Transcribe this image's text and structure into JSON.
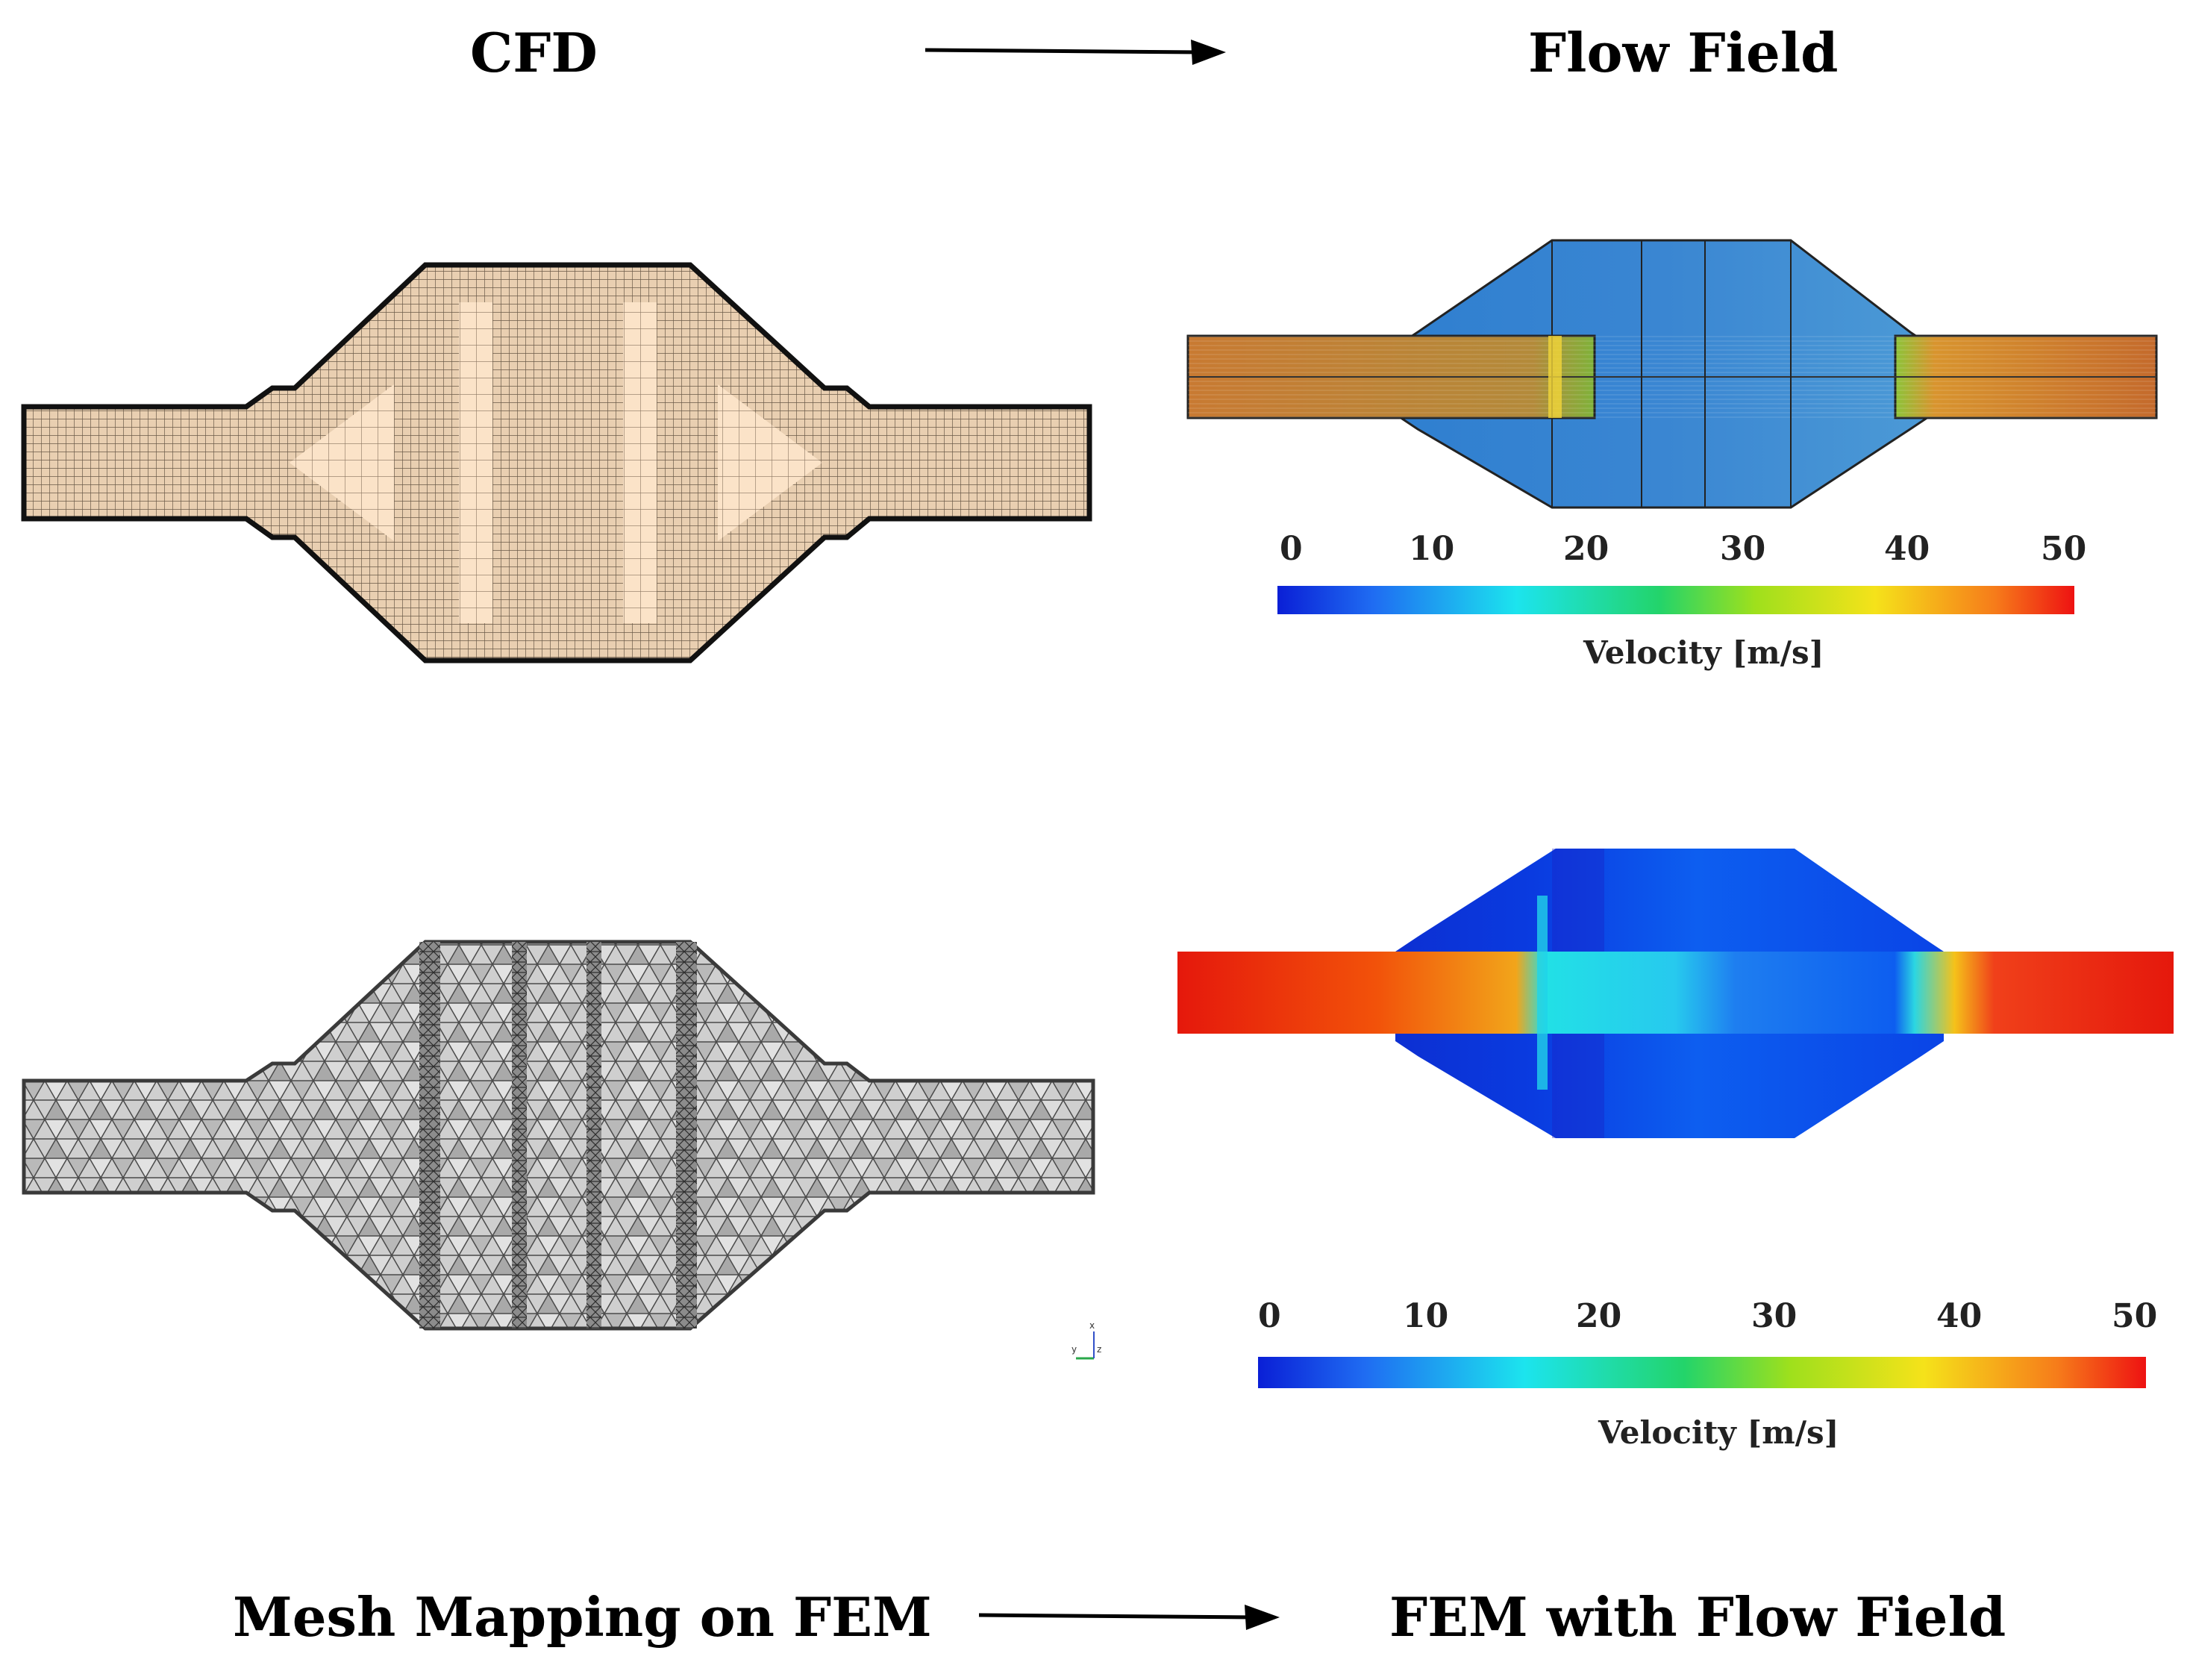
{
  "titles": {
    "cfd": "CFD",
    "flow_field": "Flow Field",
    "mesh_mapping": "Mesh Mapping on FEM",
    "fem_flow": "FEM with Flow Field"
  },
  "colorbar_top": {
    "ticks": [
      "0",
      "10",
      "20",
      "30",
      "40",
      "50"
    ],
    "label": "Velocity [m/s]"
  },
  "colorbar_bottom": {
    "ticks": [
      "0",
      "10",
      "20",
      "30",
      "40",
      "50"
    ],
    "label": "Velocity [m/s]"
  },
  "axis_triad": {
    "x": "x",
    "y": "y",
    "z": "z"
  },
  "colors": {
    "cfd_mesh_fill": "#e9cfb1",
    "cfd_mesh_line": "#6b5a48",
    "cfd_highlight": "#fbe3c8",
    "fem_mesh_fill": "#c9c9c9",
    "fem_mesh_line": "#4a4a4a",
    "flow_low": "#1446c8",
    "flow_high": "#e81a0c"
  }
}
